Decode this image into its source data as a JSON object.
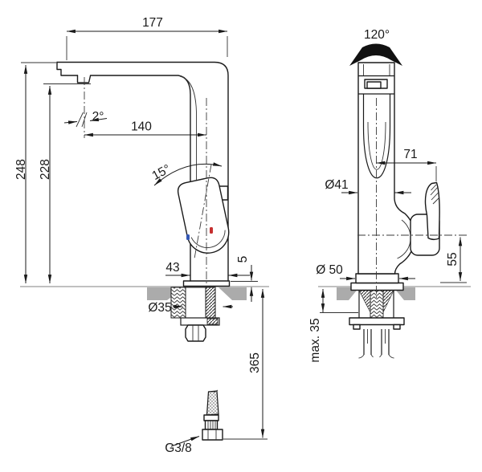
{
  "drawing": {
    "dims_side": {
      "total_reach": "177",
      "spout_angle": "2°",
      "spout_reach": "140",
      "handle_tilt": "15°",
      "total_height": "248",
      "outlet_height": "228",
      "body_width": "43",
      "base_plate": "5",
      "shank": "Ø35",
      "below_deck": "365",
      "thread": "G3/8"
    },
    "dims_front": {
      "swivel": "120°",
      "handle_offset": "71",
      "body_dia": "Ø41",
      "base_dia": "Ø 50",
      "handle_height": "55",
      "deck_max": "max. 35"
    }
  },
  "colors": {
    "line": "#1a1a1a",
    "counter": "#ababab",
    "hot": "#c62f2f",
    "cold": "#3558b5",
    "background": "#ffffff"
  }
}
